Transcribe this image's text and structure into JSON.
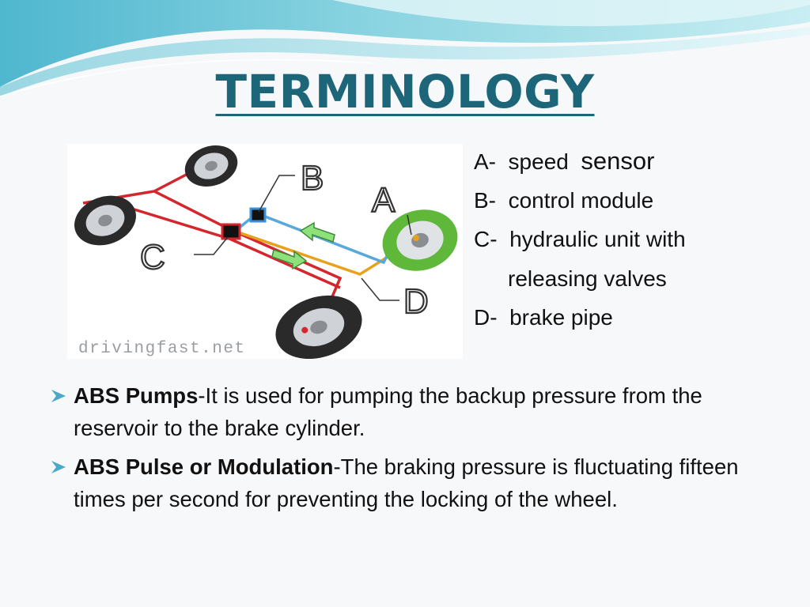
{
  "slide": {
    "title": "TERMINOLOGY",
    "accent_color": "#1d6679",
    "bullet_color": "#4aa9c6"
  },
  "diagram": {
    "labels": {
      "a": "A",
      "b": "B",
      "c": "C",
      "d": "D"
    },
    "watermark": "drivingfast.net"
  },
  "legend": {
    "items": [
      {
        "prefix": "A-  speed  ",
        "text": "sensor"
      },
      {
        "prefix": "B-  ",
        "text": "control module"
      },
      {
        "prefix": "C-  ",
        "text": "hydraulic unit with"
      },
      {
        "prefix": "",
        "text": "releasing valves"
      },
      {
        "prefix": "D-  ",
        "text": "brake pipe"
      }
    ]
  },
  "bullets": [
    {
      "term": "ABS Pumps",
      "text": "-It is used for pumping the backup pressure from the reservoir to the brake cylinder."
    },
    {
      "term": "ABS Pulse or Modulation",
      "text": "-The braking pressure is fluctuating fifteen times per second for preventing the locking of the wheel."
    }
  ]
}
